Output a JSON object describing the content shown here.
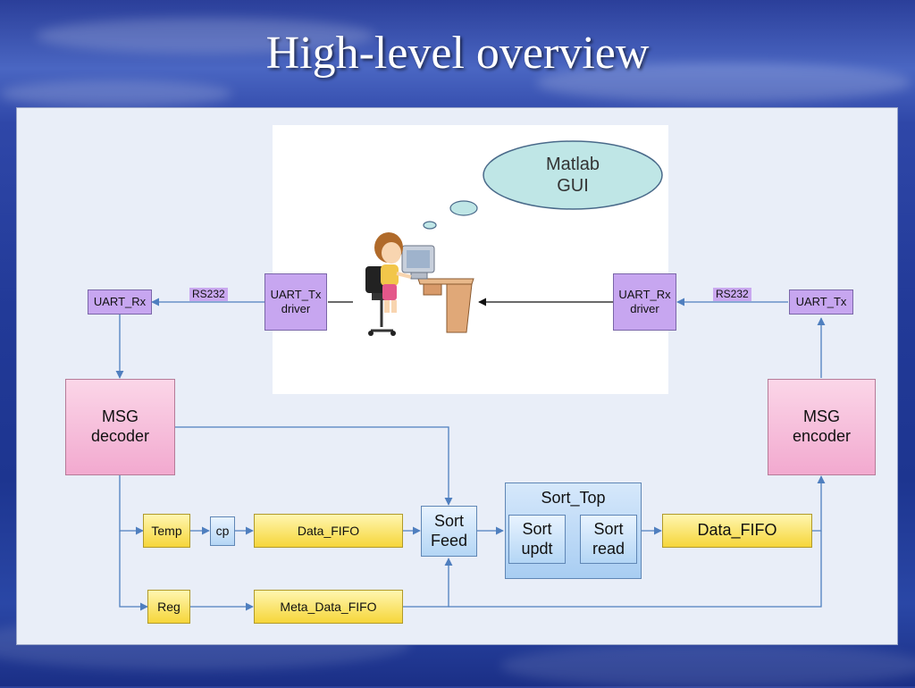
{
  "slide": {
    "title": "High-level overview"
  },
  "diagram": {
    "thought": "Matlab\nGUI",
    "uart_rx_left": "UART_Rx",
    "rs232_left": "RS232",
    "uart_tx_driver": "UART_Tx\ndriver",
    "uart_rx_driver": "UART_Rx\ndriver",
    "rs232_right": "RS232",
    "uart_tx_right": "UART_Tx",
    "msg_decoder": "MSG\ndecoder",
    "msg_encoder": "MSG\nencoder",
    "temp": "Temp",
    "cp": "cp",
    "data_fifo_left": "Data_FIFO",
    "sort_feed": "Sort\nFeed",
    "sort_top": "Sort_Top",
    "sort_updt": "Sort\nupdt",
    "sort_read": "Sort\nread",
    "data_fifo_right": "Data_FIFO",
    "reg": "Reg",
    "meta_data_fifo": "Meta_Data_FIFO"
  },
  "colors": {
    "connector": "#4f7fbf",
    "purple_block": "#c7a6f0",
    "pink_block": "#f2a9cf",
    "yellow_block": "#f6d63a",
    "blue_block": "#b4d6f5"
  }
}
